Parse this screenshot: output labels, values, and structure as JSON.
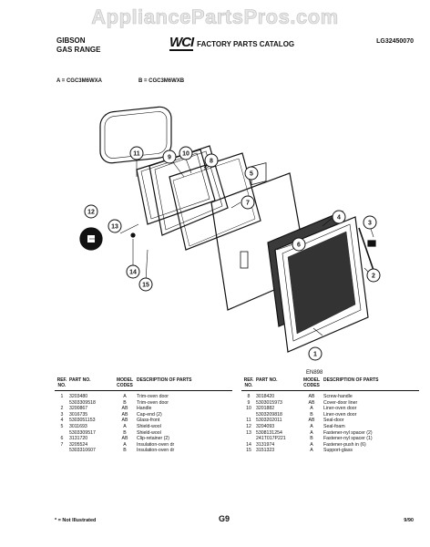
{
  "watermark": "AppliancePartsPros.com",
  "header": {
    "brand_line1": "GIBSON",
    "brand_line2": "GAS RANGE",
    "logo": "WCI",
    "catalog_title": "FACTORY PARTS CATALOG",
    "code": "LG32450070"
  },
  "models": {
    "a": "A = CGC3M6WXA",
    "b": "B = CGC3M6WXB"
  },
  "callouts": [
    "11",
    "9",
    "10",
    "8",
    "7",
    "12",
    "13",
    "14",
    "15",
    "6",
    "4",
    "3",
    "2",
    "1",
    "5"
  ],
  "diagram_code": "EN898",
  "table_headers": {
    "ref": "REF. NO.",
    "part": "PART NO.",
    "model": "MODEL CODES",
    "desc": "DESCRIPTION OF PARTS"
  },
  "parts_left": [
    {
      "ref": "1",
      "part": "3203480",
      "code": "A",
      "desc": "Trim-oven door"
    },
    {
      "ref": "",
      "part": "5303309518",
      "code": "B",
      "desc": "Trim-oven door"
    },
    {
      "ref": "2",
      "part": "3200867",
      "code": "AB",
      "desc": "Handle"
    },
    {
      "ref": "3",
      "part": "3016735",
      "code": "AB",
      "desc": "Cap-end (2)"
    },
    {
      "ref": "4",
      "part": "5303051153",
      "code": "AB",
      "desc": "Glass-front"
    },
    {
      "ref": "5",
      "part": "3011693",
      "code": "A",
      "desc": "Shield-wool"
    },
    {
      "ref": "",
      "part": "5303309517",
      "code": "B",
      "desc": "Shield-wool"
    },
    {
      "ref": "6",
      "part": "3131720",
      "code": "AB",
      "desc": "Clip-retainer (2)"
    },
    {
      "ref": "7",
      "part": "3205524",
      "code": "A",
      "desc": "Insulation-oven dr"
    },
    {
      "ref": "",
      "part": "5303310607",
      "code": "B",
      "desc": "Insulation-oven dr"
    }
  ],
  "parts_right": [
    {
      "ref": "8",
      "part": "3018420",
      "code": "AB",
      "desc": "Screw-handle"
    },
    {
      "ref": "9",
      "part": "5303015973",
      "code": "AB",
      "desc": "Cover-door liner"
    },
    {
      "ref": "10",
      "part": "3201882",
      "code": "A",
      "desc": "Liner-oven door"
    },
    {
      "ref": "",
      "part": "5303209818",
      "code": "B",
      "desc": "Liner-oven door"
    },
    {
      "ref": "11",
      "part": "5303202011",
      "code": "AB",
      "desc": "Seal-door"
    },
    {
      "ref": "12",
      "part": "3204093",
      "code": "A",
      "desc": "Seal-foam"
    },
    {
      "ref": "13",
      "part": "5308131254",
      "code": "A",
      "desc": "Fastener-nyl spacer (2)"
    },
    {
      "ref": "",
      "part": "241T017P221",
      "code": "B",
      "desc": "Fastener-nyl spacer (1)"
    },
    {
      "ref": "14",
      "part": "3131974",
      "code": "A",
      "desc": "Fastener-push in (6)"
    },
    {
      "ref": "15",
      "part": "3151323",
      "code": "A",
      "desc": "Support-glass"
    }
  ],
  "footer": {
    "note": "* = Not Illustrated",
    "page": "G9",
    "date": "9/90"
  }
}
